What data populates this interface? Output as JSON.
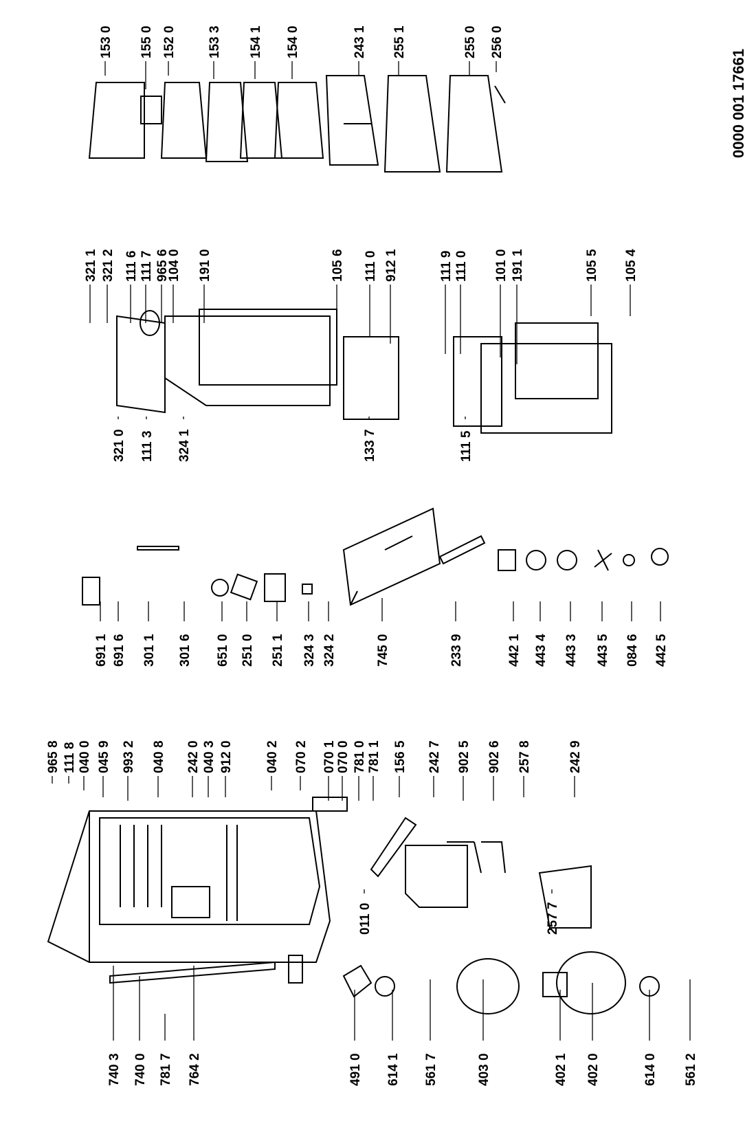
{
  "document_id": "0000 001 17661",
  "columns": [
    {
      "id": "col-1",
      "parts": [
        {
          "code": "740 3"
        },
        {
          "code": "740 0"
        },
        {
          "code": "781 7"
        },
        {
          "code": "764 2"
        },
        {
          "code": "491 0"
        },
        {
          "code": "614 1"
        },
        {
          "code": "561 7"
        },
        {
          "code": "403 0"
        },
        {
          "code": "402 1"
        },
        {
          "code": "402 0"
        },
        {
          "code": "614 0"
        },
        {
          "code": "561 2"
        },
        {
          "code": "011 0"
        },
        {
          "code": "257 7"
        },
        {
          "code": "965 8"
        },
        {
          "code": "111 8"
        },
        {
          "code": "040 0"
        },
        {
          "code": "045 9"
        },
        {
          "code": "993 2"
        },
        {
          "code": "040 8"
        },
        {
          "code": "242 0"
        },
        {
          "code": "040 3"
        },
        {
          "code": "912 0"
        },
        {
          "code": "040 2"
        },
        {
          "code": "070 2"
        },
        {
          "code": "070 1"
        },
        {
          "code": "070 0"
        },
        {
          "code": "781 0"
        },
        {
          "code": "781 1"
        },
        {
          "code": "156 5"
        },
        {
          "code": "242 7"
        },
        {
          "code": "902 5"
        },
        {
          "code": "902 6"
        },
        {
          "code": "257 8"
        },
        {
          "code": "242 9"
        }
      ]
    },
    {
      "id": "col-2",
      "parts": [
        {
          "code": "691 1"
        },
        {
          "code": "691 6"
        },
        {
          "code": "301 1"
        },
        {
          "code": "301 6"
        },
        {
          "code": "651 0"
        },
        {
          "code": "251 0"
        },
        {
          "code": "251 1"
        },
        {
          "code": "324 3"
        },
        {
          "code": "324 2"
        },
        {
          "code": "745 0"
        },
        {
          "code": "233 9"
        },
        {
          "code": "442 1"
        },
        {
          "code": "443 4"
        },
        {
          "code": "443 3"
        },
        {
          "code": "443 5"
        },
        {
          "code": "084 6"
        },
        {
          "code": "442 5"
        }
      ]
    },
    {
      "id": "col-3",
      "parts": [
        {
          "code": "321 0"
        },
        {
          "code": "111 3"
        },
        {
          "code": "324 1"
        },
        {
          "code": "133 7"
        },
        {
          "code": "111 5"
        },
        {
          "code": "321 1"
        },
        {
          "code": "321 2"
        },
        {
          "code": "111 6"
        },
        {
          "code": "111 7"
        },
        {
          "code": "965 6"
        },
        {
          "code": "104 0"
        },
        {
          "code": "191 0"
        },
        {
          "code": "105 6"
        },
        {
          "code": "111 0"
        },
        {
          "code": "912 1"
        },
        {
          "code": "111 9"
        },
        {
          "code": "111 0"
        },
        {
          "code": "101 0"
        },
        {
          "code": "191 1"
        },
        {
          "code": "105 5"
        },
        {
          "code": "105 4"
        }
      ]
    },
    {
      "id": "col-4",
      "parts": [
        {
          "code": "153 0"
        },
        {
          "code": "155 0"
        },
        {
          "code": "152 0"
        },
        {
          "code": "153 3"
        },
        {
          "code": "154 1"
        },
        {
          "code": "154 0"
        },
        {
          "code": "243 1"
        },
        {
          "code": "255 1"
        },
        {
          "code": "255 0"
        },
        {
          "code": "256 0"
        }
      ]
    }
  ]
}
